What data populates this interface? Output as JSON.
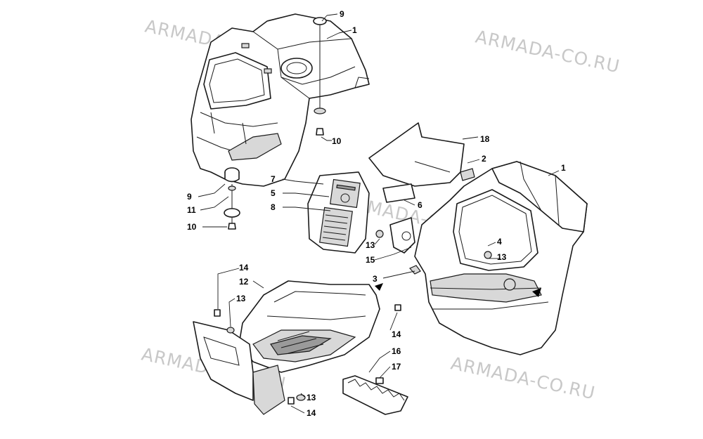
{
  "watermark": "ARMADA-CO.RU",
  "callouts": {
    "c1a": "1",
    "c1b": "1",
    "c2": "2",
    "c3": "3",
    "c4": "4",
    "c5": "5",
    "c6": "6",
    "c7": "7",
    "c8": "8",
    "c9a": "9",
    "c9b": "9",
    "c10a": "10",
    "c10b": "10",
    "c11": "11",
    "c12": "12",
    "c13a": "13",
    "c13b": "13",
    "c13c": "13",
    "c13d": "13",
    "c14a": "14",
    "c14b": "14",
    "c14c": "14",
    "c15": "15",
    "c16": "16",
    "c17": "17",
    "c18": "18"
  },
  "colors": {
    "line": "#1a1a1a",
    "shade": "#d8d8d8",
    "watermark": "#c8c8c8"
  }
}
